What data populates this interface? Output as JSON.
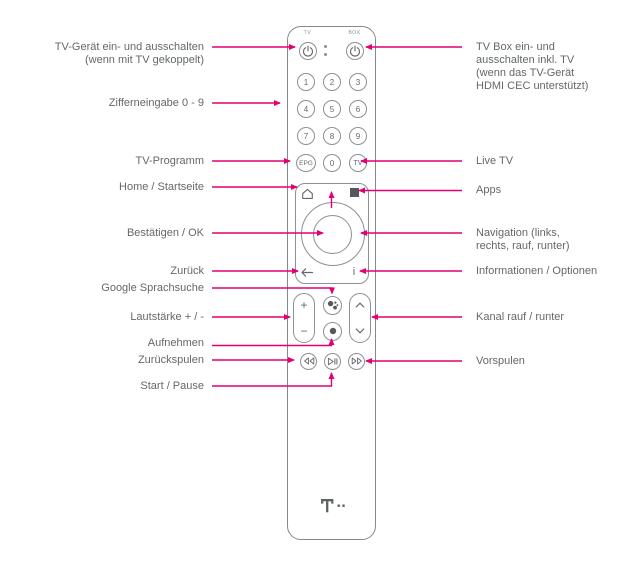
{
  "colors": {
    "accent": "#e20074",
    "label_text": "#63686b",
    "outline": "#85898c",
    "glyph": "#64686b",
    "dark_fill": "#55595c"
  },
  "annotations": {
    "left": [
      {
        "text": "TV-Gerät ein- und ausschalten\n(wenn mit TV gekoppelt)"
      },
      {
        "text": "Zifferneingabe 0 - 9"
      },
      {
        "text": "TV-Programm"
      },
      {
        "text": "Home / Startseite"
      },
      {
        "text": "Bestätigen / OK"
      },
      {
        "text": "Zurück"
      },
      {
        "text": "Google Sprachsuche"
      },
      {
        "text": "Lautstärke + / -"
      },
      {
        "text": "Aufnehmen"
      },
      {
        "text": "Zurückspulen"
      },
      {
        "text": "Start / Pause"
      }
    ],
    "right": [
      {
        "text": "TV Box ein- und\nausschalten inkl. TV\n(wenn das TV-Gerät\nHDMI CEC unterstützt)"
      },
      {
        "text": "Live TV"
      },
      {
        "text": "Apps"
      },
      {
        "text": "Navigation (links,\nrechts, rauf, runter)"
      },
      {
        "text": "Informationen / Optionen"
      },
      {
        "text": "Kanal rauf / runter"
      },
      {
        "text": "Vorspulen"
      }
    ]
  },
  "remote": {
    "top_labels": {
      "tv": "TV",
      "box": "BOX"
    },
    "keypad": [
      "1",
      "2",
      "3",
      "4",
      "5",
      "6",
      "7",
      "8",
      "9",
      "EPG",
      "0",
      "TV"
    ],
    "controls": {
      "volume_plus": "+",
      "volume_minus": "−",
      "info": "i"
    },
    "icons": {
      "power": "power-icon",
      "home": "home-icon",
      "apps": "apps-square-icon",
      "back": "back-arrow-icon",
      "assistant": "google-assistant-icon",
      "record": "record-dot-icon",
      "channel_up": "chevron-up-icon",
      "channel_down": "chevron-down-icon",
      "rewind": "rewind-icon",
      "play_pause": "play-pause-icon",
      "forward": "fast-forward-icon",
      "brand": "telekom-logo"
    }
  }
}
